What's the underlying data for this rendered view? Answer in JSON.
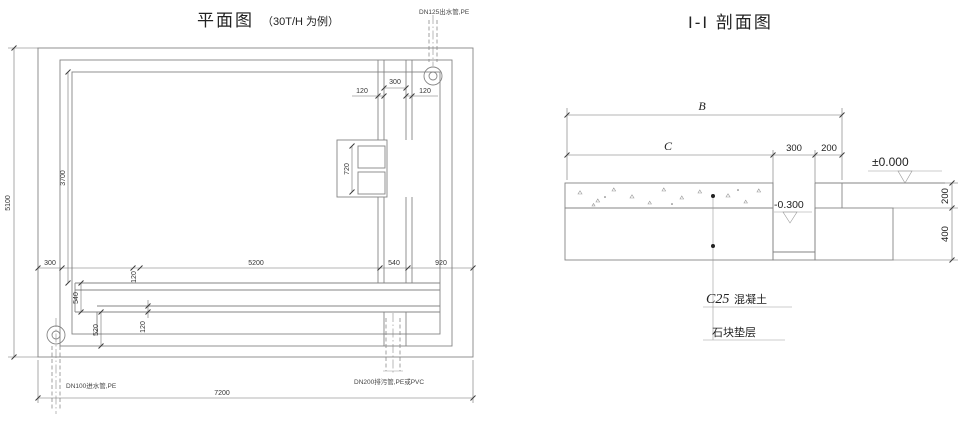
{
  "plan": {
    "title": "平面图",
    "title_note": "（30T/H 为例）",
    "pipes": {
      "outlet": "DN125出水管,PE",
      "inlet": "DN100进水管,PE",
      "drain": "DN200排污管,PE或PVC"
    },
    "dims": {
      "total_width": "7200",
      "total_height": "5100",
      "pool_height": "3700",
      "wall_300": "300",
      "bottom_120": "120",
      "bottom_5200": "5200",
      "bottom_540": "540",
      "bottom_920": "920",
      "step_540": "540",
      "step_520": "520",
      "inner_120": "120",
      "channel_wall_left_120": "120",
      "channel_300": "300",
      "channel_wall_right_120": "120",
      "sump_720": "720"
    }
  },
  "section": {
    "title": "I-I 剖面图",
    "dims": {
      "overall": "B",
      "inner": "C",
      "trench_300": "300",
      "wall_200": "200",
      "concrete_200": "200",
      "cushion_400": "400"
    },
    "elevations": {
      "ground": "±0.000",
      "trench_bottom": "-0.300"
    },
    "materials": {
      "grade": "C25",
      "concrete": "混凝土",
      "cushion": "石块垫层"
    }
  }
}
